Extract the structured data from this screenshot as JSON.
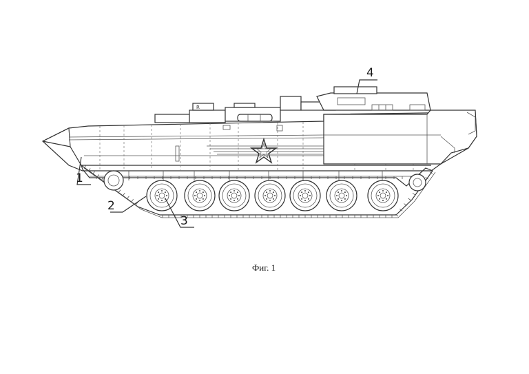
{
  "figure": {
    "caption": "Фиг. 1",
    "callouts": [
      "1",
      "2",
      "3",
      "4"
    ]
  },
  "colors": {
    "line": "#333333",
    "star": "#333333"
  }
}
